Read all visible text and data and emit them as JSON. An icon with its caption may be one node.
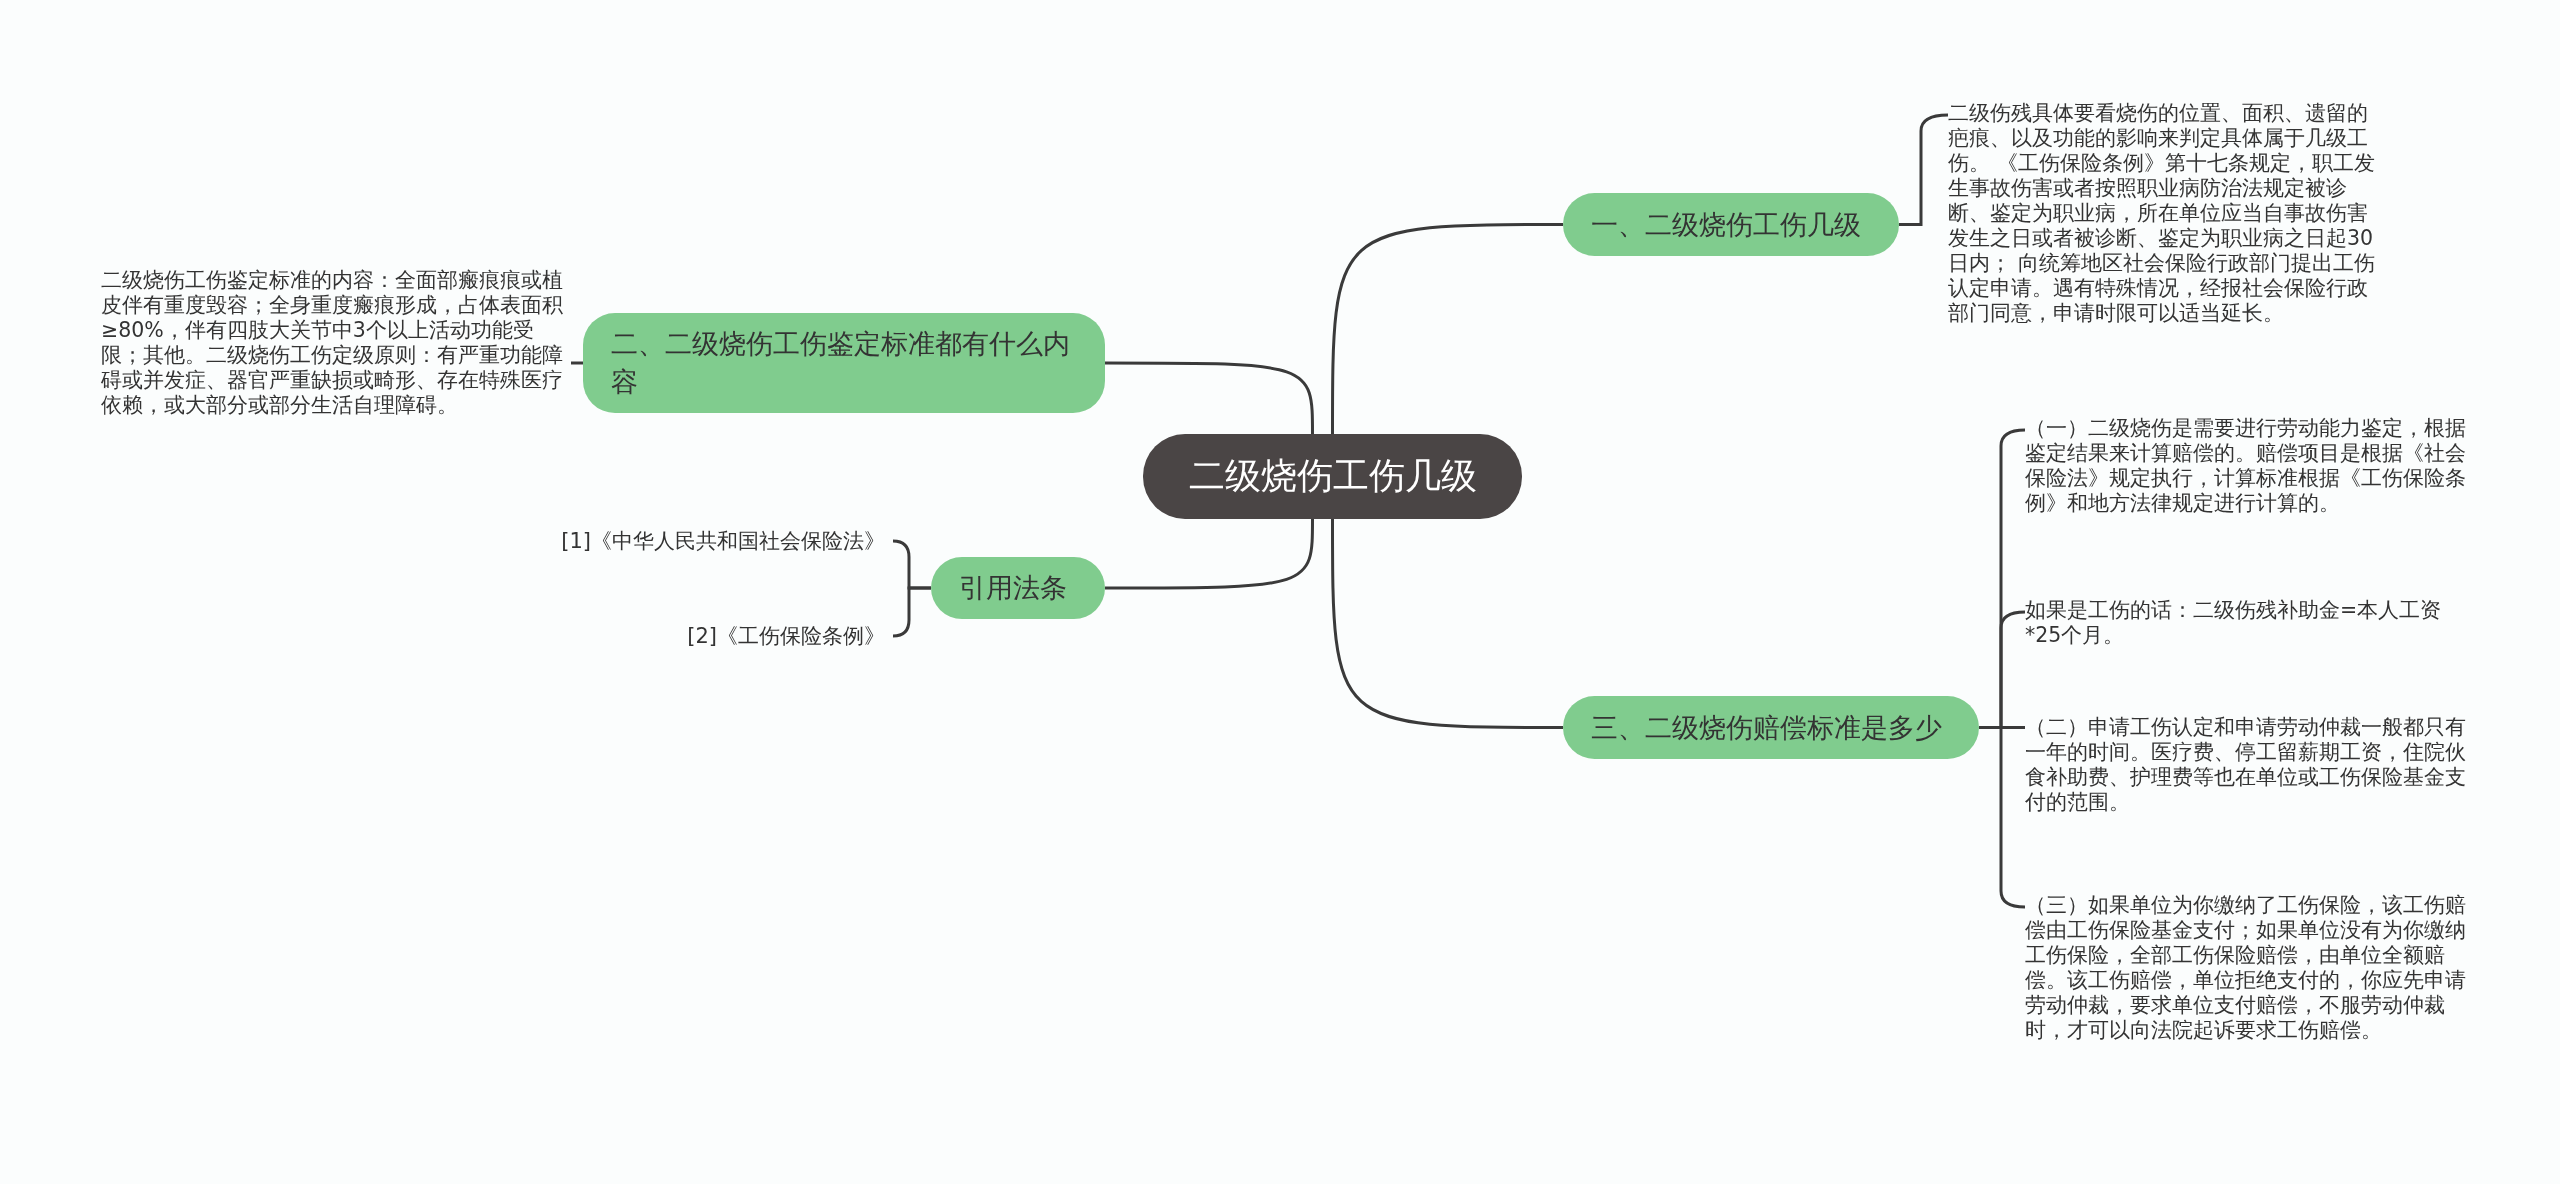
{
  "diagram": {
    "nodes": [
      {
        "text": [
          "二级烧伤工伤几级"
        ]
      },
      {
        "text": [
          "一、二级烧伤工伤几级"
        ]
      },
      {
        "text": [
          "二级伤残具体要看烧伤的位置、面积、遗留的疤痕、以及功能的影响来判定具体属于几级工伤。 《工伤保险条例》第十七条规定，职工发生事故伤害或者按照职业病防治法规定被诊断、鉴定为职业病，所在单位应当自事故伤害发生之日或者被诊断、鉴定为职业病之日起30日内； 向统筹地区社会保险行政部门提出工伤认定申请。遇有特殊情况，经报社会保险行政部门同意，申请时限可以适当延长。"
        ]
      },
      {
        "text": [
          "二、二级烧伤工伤鉴定标准都有什么内容"
        ]
      },
      {
        "text": [
          "二级烧伤工伤鉴定标准的内容：全面部瘢痕痕或植皮伴有重度毁容；全身重度瘢痕形成，占体表面积≥80%，伴有四肢大关节中3个以上活动功能受限；其他。二级烧伤工伤定级原则：有严重功能障碍或并发症、器官严重缺损或畸形、存在特殊医疗依赖，或大部分或部分生活自理障碍。"
        ]
      },
      {
        "text": [
          "引用法条"
        ]
      },
      {
        "text": [
          "[1]《中华人民共和国社会保险法》"
        ]
      },
      {
        "text": [
          "[2]《工伤保险条例》"
        ]
      },
      {
        "text": [
          "三、二级烧伤赔偿标准是多少"
        ]
      },
      {
        "text": [
          "（一）二级烧伤是需要进行劳动能力鉴定，根据鉴定结果来计算赔偿的。赔偿项目是根据《社会保险法》规定执行，计算标准根据《工伤保险条例》和地方法律规定进行计算的。"
        ]
      },
      {
        "text": [
          "如果是工伤的话：二级伤残补助金=本人工资*25个月。"
        ]
      },
      {
        "text": [
          "（二）申请工伤认定和申请劳动仲裁一般都只有一年的时间。医疗费、停工留薪期工资，住院伙食补助费、护理费等也在单位或工伤保险基金支付的范围。"
        ]
      },
      {
        "text": [
          "（三）如果单位为你缴纳了工伤保险，该工伤赔偿由工伤保险基金支付；如果单位没有为你缴纳工伤保险，全部工伤保险赔偿，由单位全额赔偿。该工伤赔偿，单位拒绝支付的，你应先申请劳动仲裁，要求单位支付赔偿，不服劳动仲裁时，才可以向法院起诉要求工伤赔偿。"
        ]
      }
    ],
    "edges": [
      {
        "from": 0,
        "to": 1,
        "arrow": "none"
      },
      {
        "from": 1,
        "to": 2,
        "arrow": "none"
      },
      {
        "from": 0,
        "to": 3,
        "arrow": "none"
      },
      {
        "from": 3,
        "to": 4,
        "arrow": "none"
      },
      {
        "from": 0,
        "to": 5,
        "arrow": "none"
      },
      {
        "from": 5,
        "to": 6,
        "arrow": "none"
      },
      {
        "from": 5,
        "to": 7,
        "arrow": "none"
      },
      {
        "from": 0,
        "to": 8,
        "arrow": "none"
      },
      {
        "from": 8,
        "to": 9,
        "arrow": "none"
      },
      {
        "from": 8,
        "to": 10,
        "arrow": "none"
      },
      {
        "from": 8,
        "to": 11,
        "arrow": "none"
      },
      {
        "from": 8,
        "to": 12,
        "arrow": "none"
      }
    ]
  }
}
